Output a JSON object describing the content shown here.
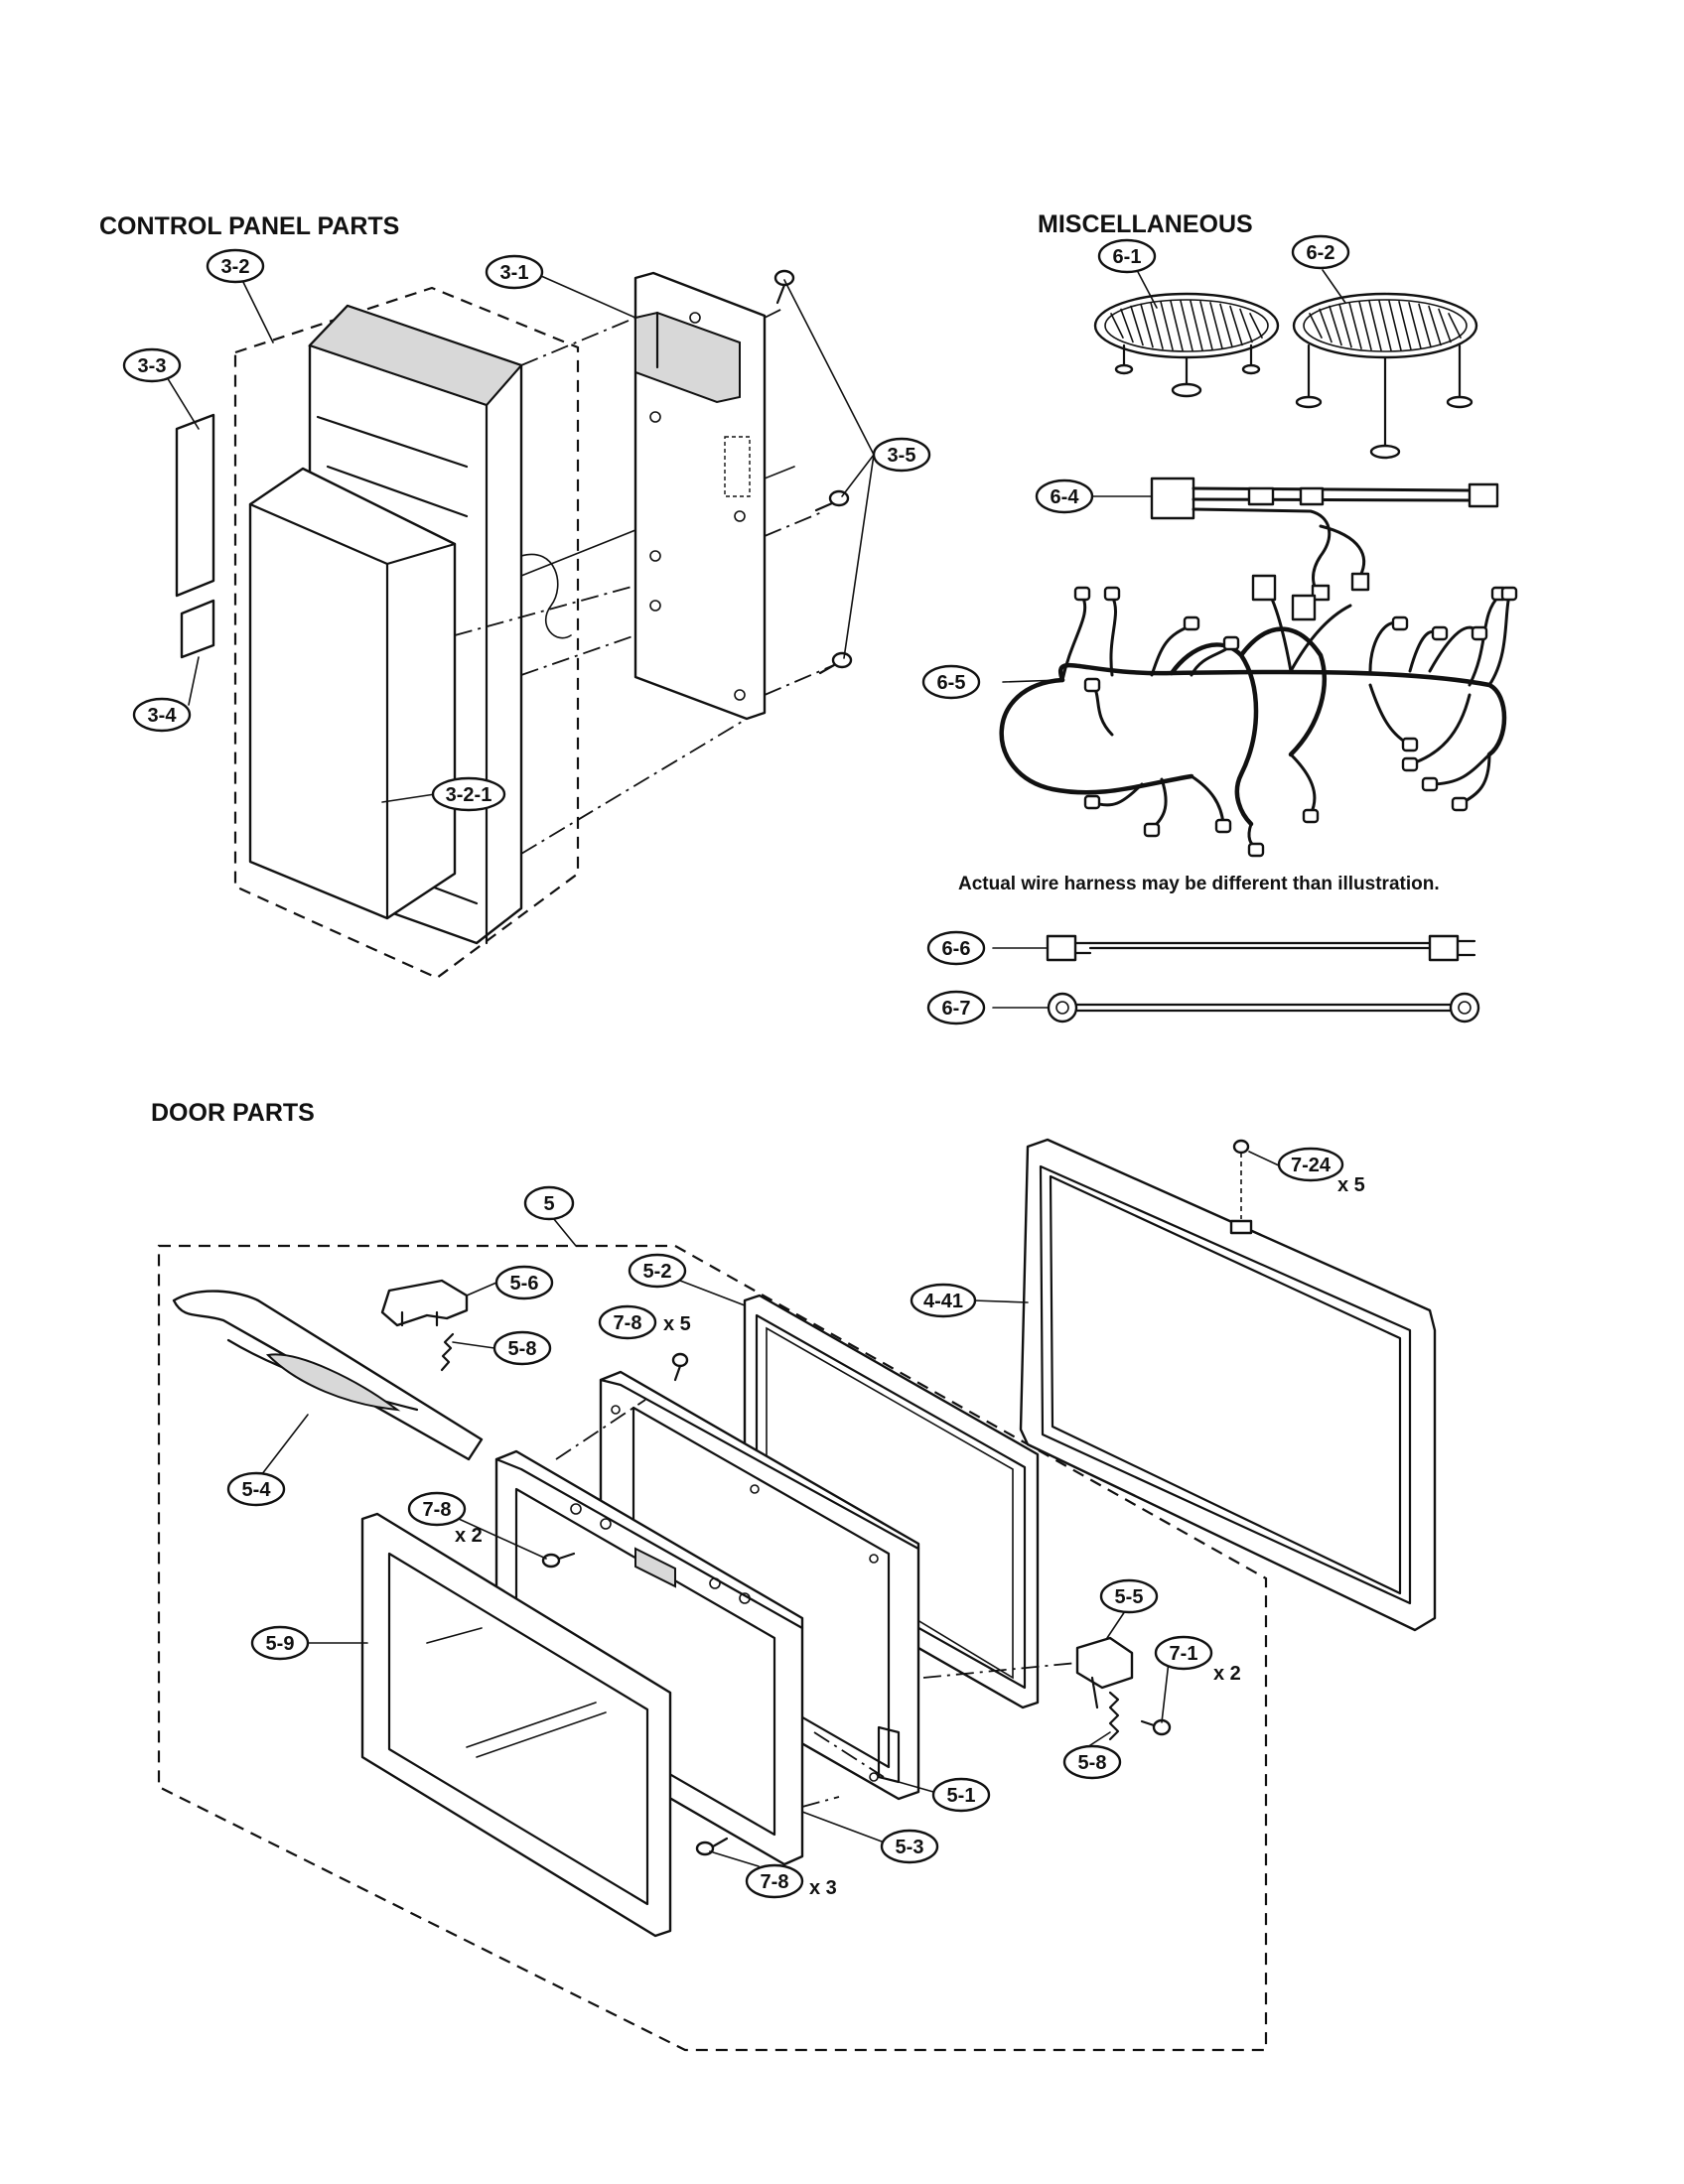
{
  "sections": {
    "control_panel": "CONTROL PANEL PARTS",
    "miscellaneous": "MISCELLANEOUS",
    "door": "DOOR PARTS"
  },
  "note": "Actual wire harness may be different than illustration.",
  "callouts": {
    "c3_2": "3-2",
    "c3_1": "3-1",
    "c3_3": "3-3",
    "c3_4": "3-4",
    "c3_5": "3-5",
    "c3_2_1": "3-2-1",
    "c6_1": "6-1",
    "c6_2": "6-2",
    "c6_4": "6-4",
    "c6_5": "6-5",
    "c6_6": "6-6",
    "c6_7": "6-7",
    "c5": "5",
    "c5_2": "5-2",
    "c4_41": "4-41",
    "c7_24": "7-24",
    "c5_6": "5-6",
    "c7_8a": "7-8",
    "c5_8a": "5-8",
    "c5_4": "5-4",
    "c7_8b": "7-8",
    "c5_9": "5-9",
    "c5_5": "5-5",
    "c7_1": "7-1",
    "c5_8b": "5-8",
    "c5_1": "5-1",
    "c5_3": "5-3",
    "c7_8c": "7-8"
  },
  "quantities": {
    "q7_24": "x 5",
    "q7_8a": "x 5",
    "q7_8b": "x 2",
    "q7_1": "x 2",
    "q7_8c": "x 3"
  }
}
